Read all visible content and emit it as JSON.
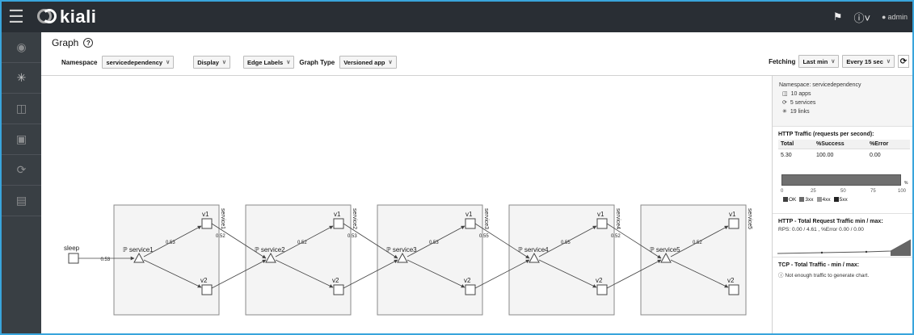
{
  "app": {
    "name": "kiali",
    "user": "admin"
  },
  "page": {
    "title": "Graph"
  },
  "toolbar": {
    "namespace_label": "Namespace",
    "namespace_value": "servicedependency",
    "display_label": "Display",
    "edge_labels_label": "Edge Labels",
    "graph_type_label": "Graph Type",
    "graph_type_value": "Versioned app",
    "fetching_label": "Fetching",
    "fetching_value": "Last min",
    "interval_value": "Every 15 sec"
  },
  "graph": {
    "sleep_label": "sleep",
    "services": [
      {
        "name": "service1",
        "box_label": "service1",
        "v1": "v1",
        "v2": "v2",
        "in_edge": "0.53",
        "out_edge": "0.53"
      },
      {
        "name": "service2",
        "box_label": "service2",
        "v1": "v1",
        "v2": "v2",
        "in_edge": "0.52",
        "out_edge": "0.52"
      },
      {
        "name": "service3",
        "box_label": "service3",
        "v1": "v1",
        "v2": "v2",
        "in_edge": "0.53",
        "out_edge": "0.53"
      },
      {
        "name": "service4",
        "box_label": "service4",
        "v1": "v1",
        "v2": "v2",
        "in_edge": "0.55",
        "out_edge": "0.55"
      },
      {
        "name": "service5",
        "box_label": "service5",
        "v1": "v1",
        "v2": "v2",
        "in_edge": "0.52",
        "out_edge": "0.52"
      }
    ]
  },
  "side": {
    "namespace_line": "Namespace: servicedependency",
    "apps": "10 apps",
    "services": "5 services",
    "links": "19 links",
    "http_title": "HTTP Traffic (requests per second):",
    "col_total": "Total",
    "col_success": "%Success",
    "col_error": "%Error",
    "val_total": "5.30",
    "val_success": "100.00",
    "val_error": "0.00",
    "ticks": [
      "0",
      "25",
      "50",
      "75",
      "100"
    ],
    "pct": "%",
    "legend": [
      "OK",
      "3xx",
      "4xx",
      "5xx"
    ],
    "http_total_title": "HTTP - Total Request Traffic min / max:",
    "http_total_line": "RPS: 0.00 / 4.61 , %Error 0.00 / 0.00",
    "tcp_title": "TCP - Total Traffic - min / max:",
    "tcp_line": "Not enough traffic to generate chart."
  },
  "colors": {
    "topbar": "#292e34",
    "nav": "#393f44",
    "accent": "#39a5dc",
    "ok": "#3f3f3f",
    "xx3": "#6a6a6a",
    "xx4": "#9a9a9a",
    "xx5": "#222222"
  }
}
